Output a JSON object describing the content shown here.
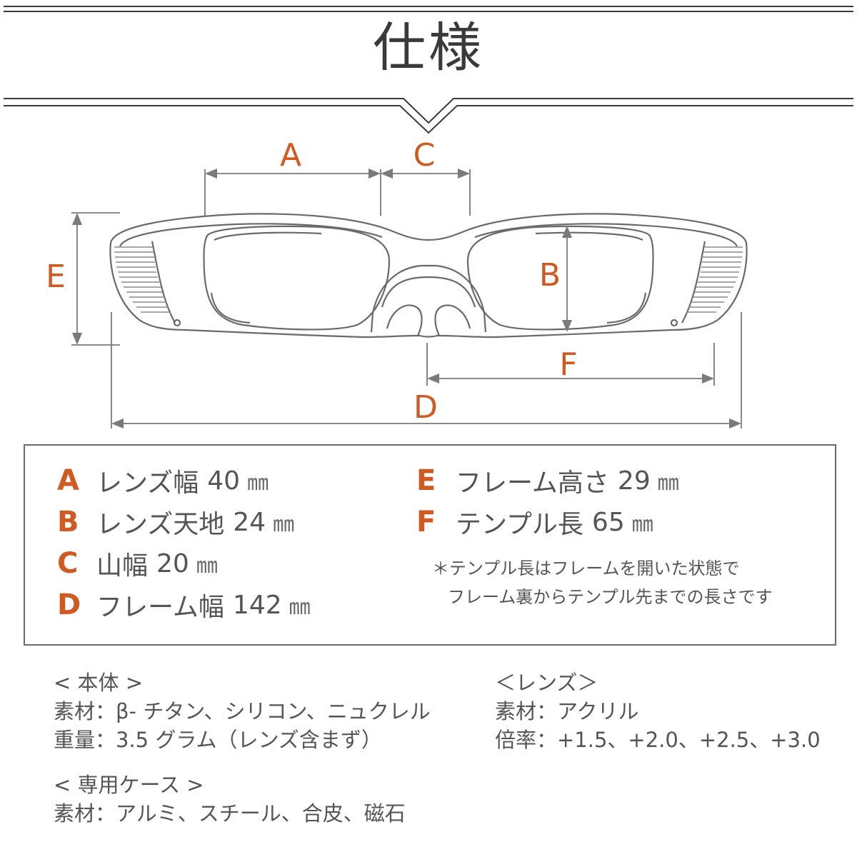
{
  "title": "仕様",
  "diagram_labels": {
    "a": "A",
    "b": "B",
    "c": "C",
    "d": "D",
    "e": "E",
    "f": "F"
  },
  "specs": [
    {
      "letter": "A",
      "name": "レンズ幅",
      "value": "40",
      "unit": "㎜"
    },
    {
      "letter": "B",
      "name": "レンズ天地",
      "value": "24",
      "unit": "㎜"
    },
    {
      "letter": "C",
      "name": "山幅",
      "value": "20",
      "unit": "㎜"
    },
    {
      "letter": "D",
      "name": "フレーム幅",
      "value": "142",
      "unit": "㎜"
    },
    {
      "letter": "E",
      "name": "フレーム高さ",
      "value": "29",
      "unit": "㎜"
    },
    {
      "letter": "F",
      "name": "テンプル長",
      "value": "65",
      "unit": "㎜"
    }
  ],
  "note": {
    "line1": "＊テンプル長はフレームを開いた状態で",
    "line2": "フレーム裏からテンプル先までの長さです"
  },
  "body_info": {
    "heading": "< 本体 >",
    "material": "素材：β- チタン、シリコン、ニュクレル",
    "weight": "重量：3.5 グラム（レンズ含まず）"
  },
  "lens_info": {
    "heading": "＜レンズ＞",
    "material": "素材：アクリル",
    "magnification": "倍率：+1.5、+2.0、+2.5、+3.0"
  },
  "case_info": {
    "heading": "< 専用ケース >",
    "material": "素材：アルミ、スチール、合皮、磁石"
  },
  "colors": {
    "accent": "#cf5a22",
    "line": "#7a7a7a",
    "text": "#555555"
  }
}
